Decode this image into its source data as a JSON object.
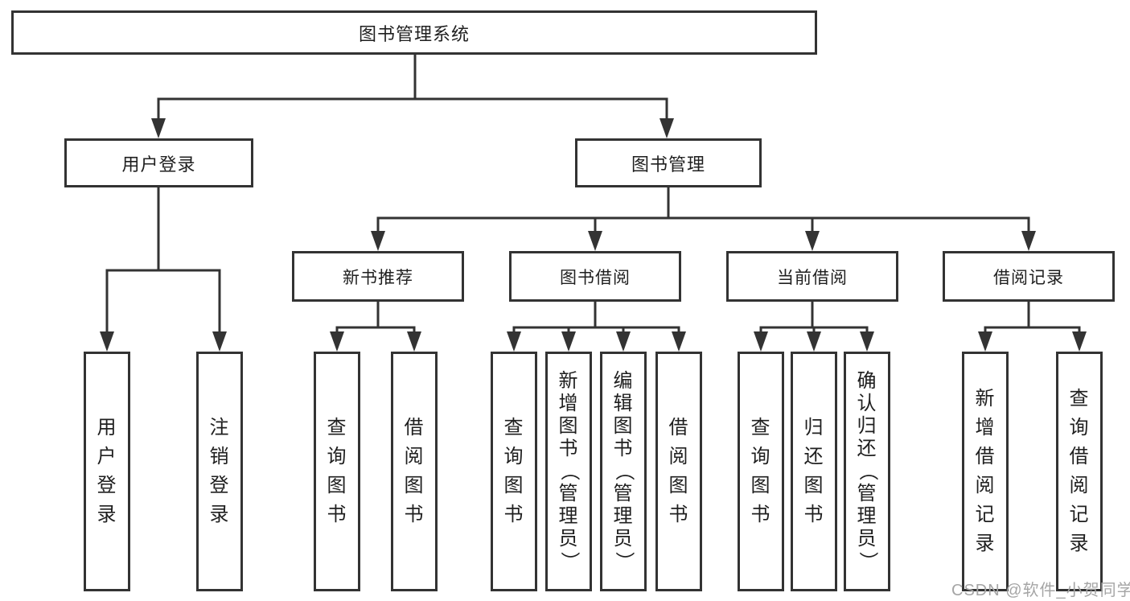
{
  "colors": {
    "line": "#333333",
    "box_border": "#333333",
    "text": "#1f1f1f",
    "watermark": "#a5a5a5",
    "background": "#ffffff"
  },
  "tree": {
    "root": {
      "label": "图书管理系统"
    },
    "branches": [
      {
        "label": "用户登录",
        "children": [
          {
            "label": "用户登录"
          },
          {
            "label": "注销登录"
          }
        ]
      },
      {
        "label": "图书管理",
        "children": [
          {
            "label": "新书推荐",
            "children": [
              {
                "label": "查询图书"
              },
              {
                "label": "借阅图书"
              }
            ]
          },
          {
            "label": "图书借阅",
            "children": [
              {
                "label": "查询图书"
              },
              {
                "label": "新增图书（管理员）"
              },
              {
                "label": "编辑图书（管理员）"
              },
              {
                "label": "借阅图书"
              }
            ]
          },
          {
            "label": "当前借阅",
            "children": [
              {
                "label": "查询图书"
              },
              {
                "label": "归还图书"
              },
              {
                "label": "确认归还（管理员）"
              }
            ]
          },
          {
            "label": "借阅记录",
            "children": [
              {
                "label": "新增借阅记录"
              },
              {
                "label": "查询借阅记录"
              }
            ]
          }
        ]
      }
    ]
  },
  "watermark": {
    "text": "CSDN @软件_小贺同学"
  }
}
